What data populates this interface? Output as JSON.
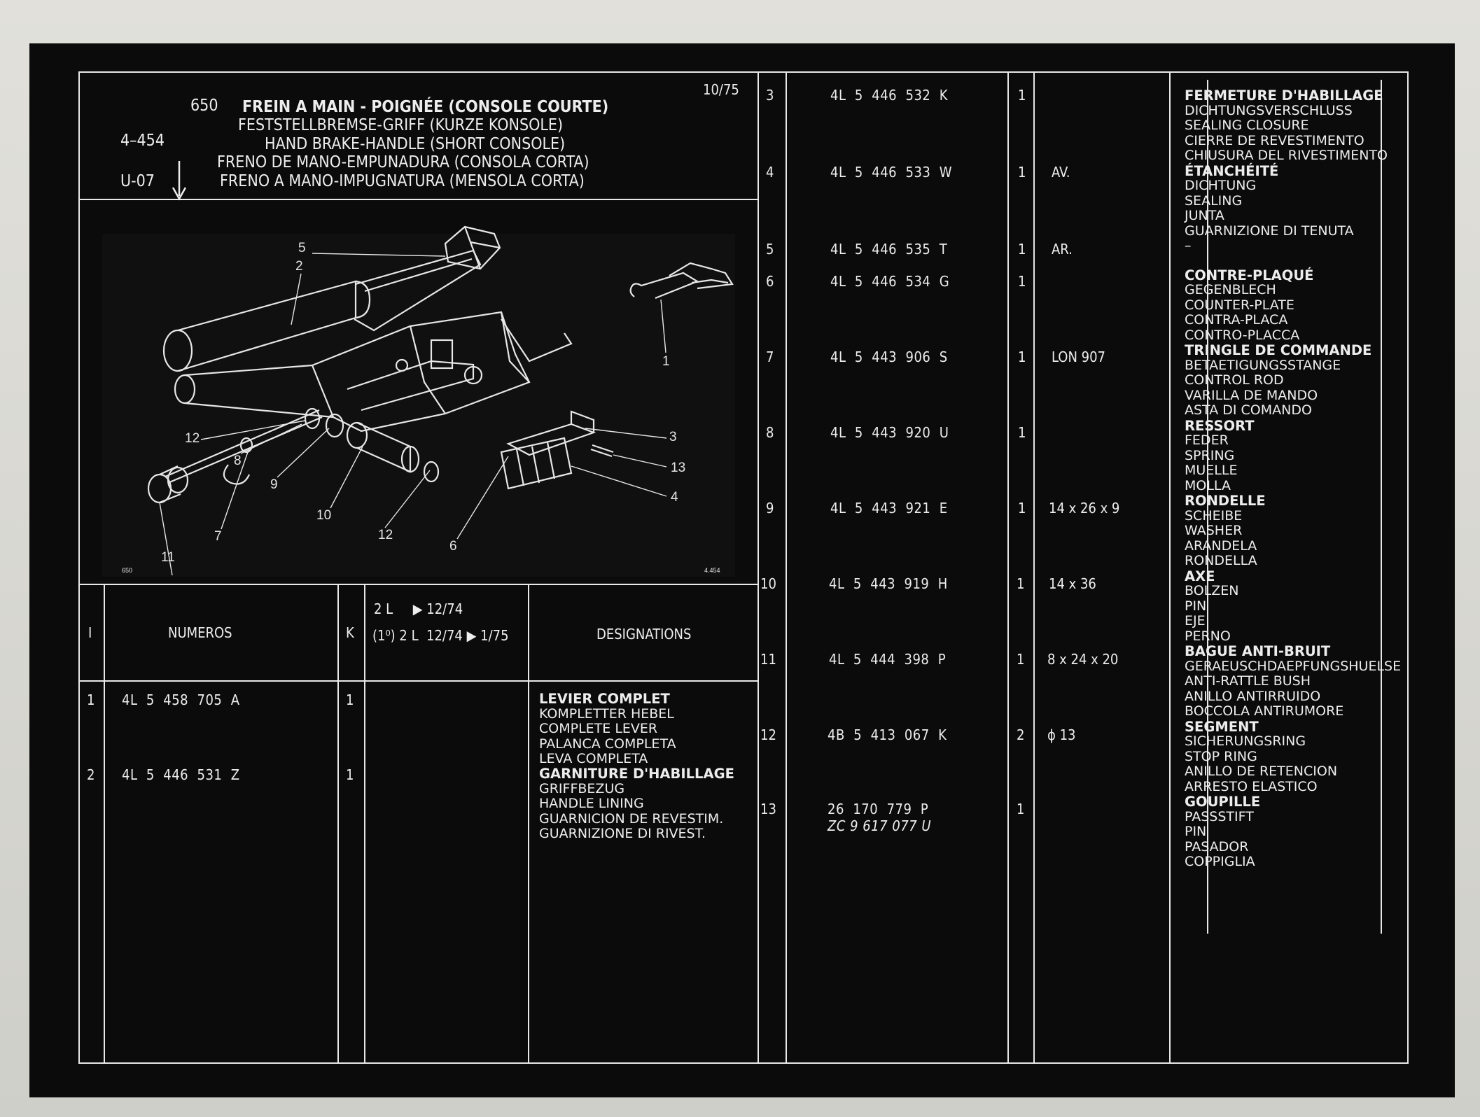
{
  "header": {
    "page_no": "650",
    "group_code": "4–454",
    "variant_code": "U-07",
    "date": "10/75",
    "titles": [
      "FREIN A MAIN - POIGNÉE (CONSOLE COURTE)",
      "FESTSTELLBREMSE-GRIFF (KURZE KONSOLE)",
      "HAND BRAKE-HANDLE (SHORT CONSOLE)",
      "FRENO DE MANO-EMPUNADURA (CONSOLA CORTA)",
      "FRENO A MANO-IMPUGNATURA (MENSOLA CORTA)"
    ]
  },
  "diagram": {
    "callouts": [
      "1",
      "2",
      "3",
      "4",
      "5",
      "6",
      "7",
      "8",
      "9",
      "10",
      "11",
      "12",
      "12",
      "13"
    ],
    "corner_left": "650",
    "corner_right": "4.454"
  },
  "table": {
    "headers": {
      "index": "I",
      "numbers": "NUMEROS",
      "k": "K",
      "variant_line1": "2 L     ▶ 12/74",
      "variant_line2": "(1⁰) 2 L  12/74 ▶ 1/75",
      "designations": "DESIGNATIONS"
    },
    "parts": [
      {
        "i": "1",
        "number": "4L  5  458  705  A",
        "k": "1",
        "note": "",
        "desc": [
          "LEVIER COMPLET",
          "KOMPLETTER HEBEL",
          "COMPLETE LEVER",
          "PALANCA COMPLETA",
          "LEVA COMPLETA"
        ]
      },
      {
        "i": "2",
        "number": "4L  5  446  531  Z",
        "k": "1",
        "note": "",
        "desc": [
          "GARNITURE D'HABILLAGE",
          "GRIFFBEZUG",
          "HANDLE LINING",
          "GUARNICION DE REVESTIM.",
          "GUARNIZIONE DI RIVEST."
        ]
      },
      {
        "i": "3",
        "number": "4L  5  446  532  K",
        "k": "1",
        "note": "",
        "desc": [
          "FERMETURE D'HABILLAGE",
          "DICHTUNGSVERSCHLUSS",
          "SEALING CLOSURE",
          "CIERRE DE REVESTIMENTO",
          "CHIUSURA DEL RIVESTIMENTO"
        ]
      },
      {
        "i": "4",
        "number": "4L  5  446  533  W",
        "k": "1",
        "note": "AV.",
        "desc": [
          "ÉTANCHÉITÉ",
          "DICHTUNG",
          "SEALING",
          "JUNTA",
          "GUARNIZIONE DI TENUTA"
        ]
      },
      {
        "i": "5",
        "number": "4L  5  446  535  T",
        "k": "1",
        "note": "AR.",
        "desc": [
          "–"
        ]
      },
      {
        "i": "6",
        "number": "4L  5  446  534  G",
        "k": "1",
        "note": "",
        "desc": [
          "CONTRE-PLAQUÉ",
          "GEGENBLECH",
          "COUNTER-PLATE",
          "CONTRA-PLACA",
          "CONTRO-PLACCA"
        ]
      },
      {
        "i": "7",
        "number": "4L  5  443  906  S",
        "k": "1",
        "note": "LON 907",
        "desc": [
          "TRINGLE DE COMMANDE",
          "BETAETIGUNGSSTANGE",
          "CONTROL ROD",
          "VARILLA DE MANDO",
          "ASTA DI COMANDO"
        ]
      },
      {
        "i": "8",
        "number": "4L  5  443  920  U",
        "k": "1",
        "note": "",
        "desc": [
          "RESSORT",
          "FEDER",
          "SPRING",
          "MUELLE",
          "MOLLA"
        ]
      },
      {
        "i": "9",
        "number": "4L  5  443  921  E",
        "k": "1",
        "note": "14 x 26 x 9",
        "desc": [
          "RONDELLE",
          "SCHEIBE",
          "WASHER",
          "ARANDELA",
          "RONDELLA"
        ]
      },
      {
        "i": "10",
        "number": "4L  5  443  919  H",
        "k": "1",
        "note": "14 x 36",
        "desc": [
          "AXE",
          "BOLZEN",
          "PIN",
          "EJE",
          "PERNO"
        ]
      },
      {
        "i": "11",
        "number": "4L  5  444  398  P",
        "k": "1",
        "note": "8 x 24 x 20",
        "desc": [
          "BAGUE ANTI-BRUIT",
          "GERAEUSCHDAEPFUNGSHUELSE",
          "ANTI-RATTLE BUSH",
          "ANILLO ANTIRRUIDO",
          "BOCCOLA ANTIRUMORE"
        ]
      },
      {
        "i": "12",
        "number": "4B  5  413  067  K",
        "k": "2",
        "note": "ϕ 13",
        "desc": [
          "SEGMENT",
          "SICHERUNGSRING",
          "STOP RING",
          "ANILLO DE RETENCION",
          "ARRESTO ELASTICO"
        ]
      },
      {
        "i": "13",
        "number": "26  170  779  P",
        "number2": "ZC 9 617 077 U",
        "k": "1",
        "note": "",
        "desc": [
          "GOUPILLE",
          "PASSSTIFT",
          "PIN",
          "PASADOR",
          "COPPIGLIA"
        ]
      }
    ]
  }
}
